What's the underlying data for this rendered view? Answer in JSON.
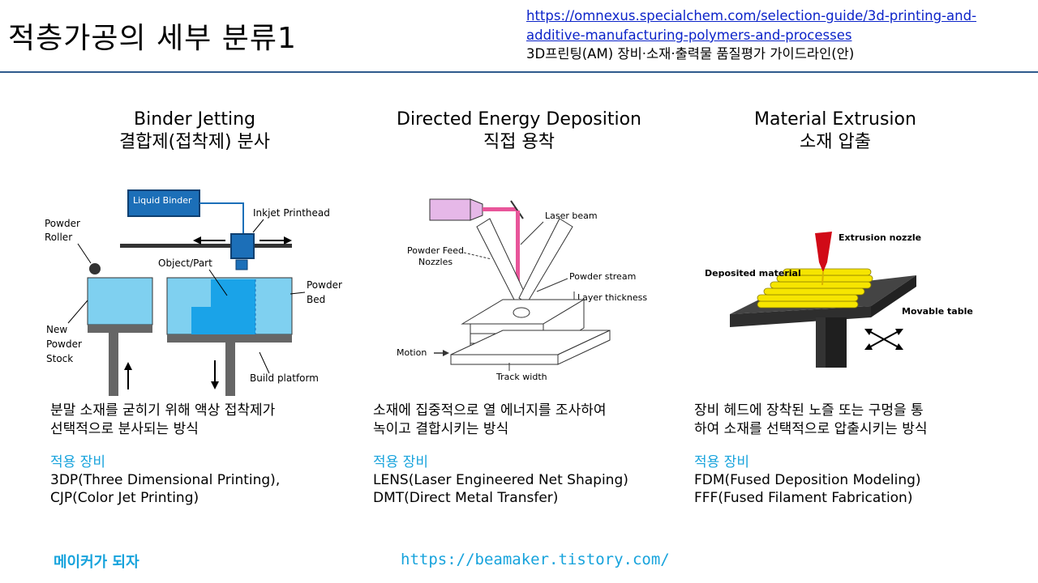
{
  "header": {
    "title": "적층가공의 세부 분류1",
    "source_link_line1": "https://omnexus.specialchem.com/selection-guide/3d-printing-and-",
    "source_link_line2": "additive-manufacturing-polymers-and-processes",
    "reference": "3D프린팅(AM) 장비·소재·출력물 품질평가 가이드라인(안)"
  },
  "columns": [
    {
      "title_en": "Binder Jetting",
      "title_ko": "결합제(접착제) 분사",
      "diagram_labels": {
        "liquid_binder": "Liquid Binder",
        "inkjet_printhead": "Inkjet Printhead",
        "powder_roller_1": "Powder",
        "powder_roller_2": "Roller",
        "object_part": "Object/Part",
        "powder_bed_1": "Powder",
        "powder_bed_2": "Bed",
        "new_stock_1": "New",
        "new_stock_2": "Powder",
        "new_stock_3": "Stock",
        "build_platform": "Build platform"
      },
      "desc_line1": "분말 소재를 굳히기 위해 액상 접착제가",
      "desc_line2": "선택적으로 분사되는 방식",
      "equipment_label": "적용 장비",
      "equipment": [
        "3DP(Three Dimensional Printing),",
        "CJP(Color Jet Printing)"
      ]
    },
    {
      "title_en": "Directed Energy Deposition",
      "title_ko": "직접 용착",
      "diagram_labels": {
        "laser_beam": "Laser beam",
        "powder_feed_1": "Powder Feed",
        "powder_feed_2": "Nozzles",
        "powder_stream": "Powder stream",
        "layer_thickness": "Layer thickness",
        "motion": "Motion",
        "track_width": "Track width"
      },
      "desc_line1": "소재에 집중적으로 열 에너지를 조사하여",
      "desc_line2": "녹이고 결합시키는 방식",
      "equipment_label": "적용 장비",
      "equipment": [
        "LENS(Laser Engineered Net Shaping)",
        "DMT(Direct Metal Transfer)"
      ]
    },
    {
      "title_en": "Material Extrusion",
      "title_ko": "소재 압출",
      "diagram_labels": {
        "extrusion_nozzle": "Extrusion nozzle",
        "deposited_material": "Deposited material",
        "movable_table": "Movable table"
      },
      "desc_line1": "장비 헤드에 장착된 노즐 또는 구멍을 통",
      "desc_line2": "하여 소재를 선택적으로 압출시키는 방식",
      "equipment_label": "적용 장비",
      "equipment": [
        "FDM(Fused Deposition Modeling)",
        "FFF(Fused  Filament Fabrication)"
      ]
    }
  ],
  "footer": {
    "left": "메이커가 되자",
    "right": "https://beamaker.tistory.com/"
  }
}
